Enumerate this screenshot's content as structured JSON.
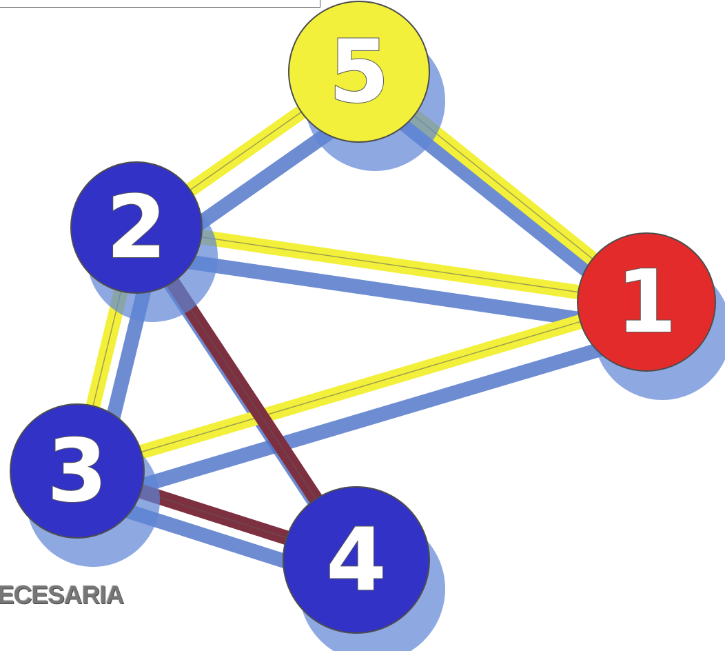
{
  "diagram": {
    "nodes": [
      {
        "id": "1",
        "label": "1",
        "color": "#e32b2b"
      },
      {
        "id": "2",
        "label": "2",
        "color": "#3332c7"
      },
      {
        "id": "3",
        "label": "3",
        "color": "#3332c7"
      },
      {
        "id": "4",
        "label": "4",
        "color": "#3332c7"
      },
      {
        "id": "5",
        "label": "5",
        "color": "#f2f03a"
      }
    ],
    "edges": [
      {
        "from": "5",
        "to": "2",
        "color": "#f2f03a"
      },
      {
        "from": "5",
        "to": "1",
        "color": "#f2f03a"
      },
      {
        "from": "2",
        "to": "1",
        "color": "#f2f03a"
      },
      {
        "from": "2",
        "to": "3",
        "color": "#f2f03a"
      },
      {
        "from": "3",
        "to": "1",
        "color": "#f2f03a"
      },
      {
        "from": "2",
        "to": "4",
        "color": "#7d3040"
      },
      {
        "from": "3",
        "to": "4",
        "color": "#7d3040"
      }
    ]
  },
  "footer_label": "ECESARIA"
}
